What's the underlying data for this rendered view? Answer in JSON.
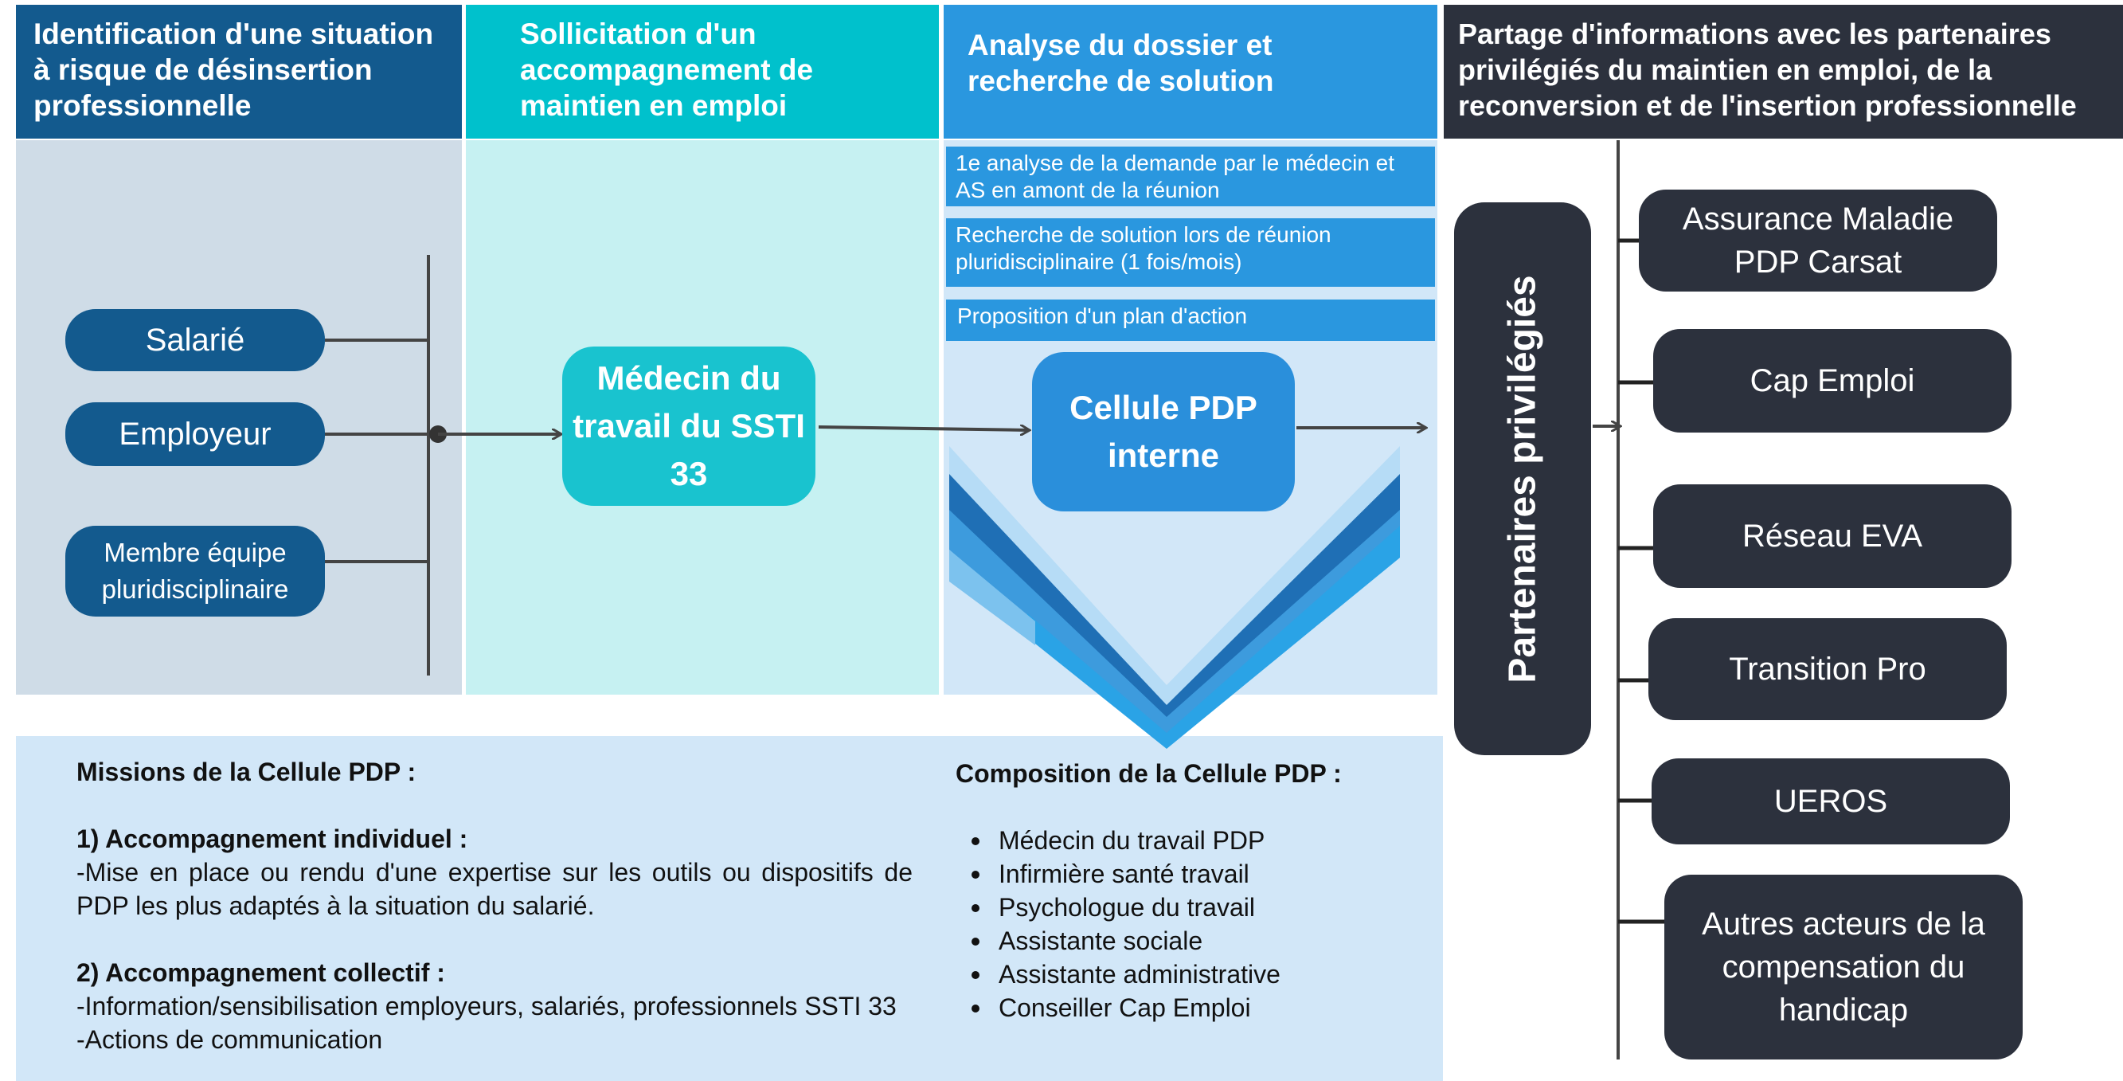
{
  "columns": {
    "identification": "Identification d'une situation à risque de désinsertion professionnelle",
    "sollicitation": "Sollicitation d'un accompagnement de maintien en emploi",
    "analyse": "Analyse du dossier et recherche de solution",
    "partage": "Partage d'informations avec les partenaires privilégiés du maintien en emploi, de la reconversion et de l'insertion professionnelle"
  },
  "sources": [
    "Salarié",
    "Employeur",
    "Membre équipe pluridisciplinaire"
  ],
  "medecin": "Médecin du travail du SSTI 33",
  "analysis_steps": [
    "1e analyse de la demande par le médecin et AS en amont de la réunion",
    "Recherche de solution lors de réunion pluridisciplinaire (1 fois/mois)",
    "Proposition d'un plan d'action"
  ],
  "cellule": "Cellule PDP interne",
  "missions": {
    "title": "Missions de la Cellule PDP :",
    "individuel_title": "1) Accompagnement individuel :",
    "individuel_text": "-Mise en place ou rendu d'une expertise sur les outils ou dispositifs de PDP les plus adaptés à la situation du salarié.",
    "collectif_title": "2) Accompagnement collectif :",
    "collectif_line1": "-Information/sensibilisation employeurs, salariés, professionnels SSTI 33",
    "collectif_line2": "-Actions de communication"
  },
  "composition": {
    "title": "Composition de la Cellule PDP :",
    "members": [
      "Médecin du travail PDP",
      "Infirmière santé travail",
      "Psychologue du travail",
      "Assistante sociale",
      "Assistante administrative",
      "Conseiller Cap Emploi"
    ]
  },
  "partenaires_label": "Partenaires privilégiés",
  "partners": [
    "Assurance Maladie PDP Carsat",
    "Cap Emploi",
    "Réseau EVA",
    "Transition Pro",
    "UEROS",
    "Autres acteurs de la compensation du handicap"
  ],
  "colors": {
    "dark_blue": "#135a8e",
    "turquoise": "#00c1cc",
    "sky_blue": "#2a97df",
    "charcoal": "#2c313d",
    "light_blue_bg": "#d2e7f8"
  }
}
